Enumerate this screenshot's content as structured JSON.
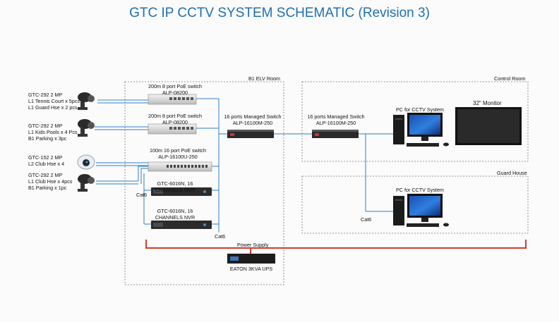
{
  "title": "GTC IP CCTV SYSTEM SCHEMATIC (Revision 3)",
  "rooms": {
    "b1_elv": "B1 ELV Room",
    "control": "Control Room",
    "guard": "Guard House"
  },
  "cameras": [
    {
      "lines": [
        "GTC-292 2 MP",
        "L1 Tennis Court x 5pcs",
        "L1 Guard Hse x 2 pcs"
      ]
    },
    {
      "lines": [
        "GTC-292 2 MP",
        "L1 Kids Pools x 4 Pcs",
        "B1 Parking x 3pc"
      ]
    },
    {
      "lines": [
        "GTC-152 2 MP",
        "L2 Club Hse x 4"
      ]
    },
    {
      "lines": [
        "GTC-292 2 MP",
        "L1 Club Hse x 4pcs",
        "B1 Parking x 1pc"
      ]
    }
  ],
  "switches": {
    "poe1": [
      "200m 8 port PoE switch",
      "ALP-08200"
    ],
    "poe2": [
      "200m 8 port PoE switch",
      "ALP-08200"
    ],
    "poe3": [
      "100m 16 port PoE switch",
      "ALP-16100U-250"
    ],
    "managed_b1": [
      "16 ports Managed Switch",
      "ALP-16100M-250"
    ],
    "managed_ctrl": [
      "16 ports Managed Switch",
      "ALP-16100M-250"
    ]
  },
  "nvrs": [
    [
      "GTC-6016N, 16",
      "CHANNELS NVR"
    ],
    [
      "GTC-6016N, 16",
      "CHANNELS NVR"
    ]
  ],
  "pcs": {
    "control": "PC for CCTV System",
    "guard": "PC for CCTV System"
  },
  "monitor": "32\" Monitor",
  "cables": {
    "cat6_left": "Cat6",
    "cat6_mid": "Cat6",
    "cat6_right": "Cat6"
  },
  "power": {
    "label": "Power Supply",
    "ups": "EATON 3KVA UPS"
  },
  "colors": {
    "title": "#1e6fb5",
    "link": "#2f7fc9",
    "power": "#d43a2a",
    "room_border": "#777777"
  }
}
